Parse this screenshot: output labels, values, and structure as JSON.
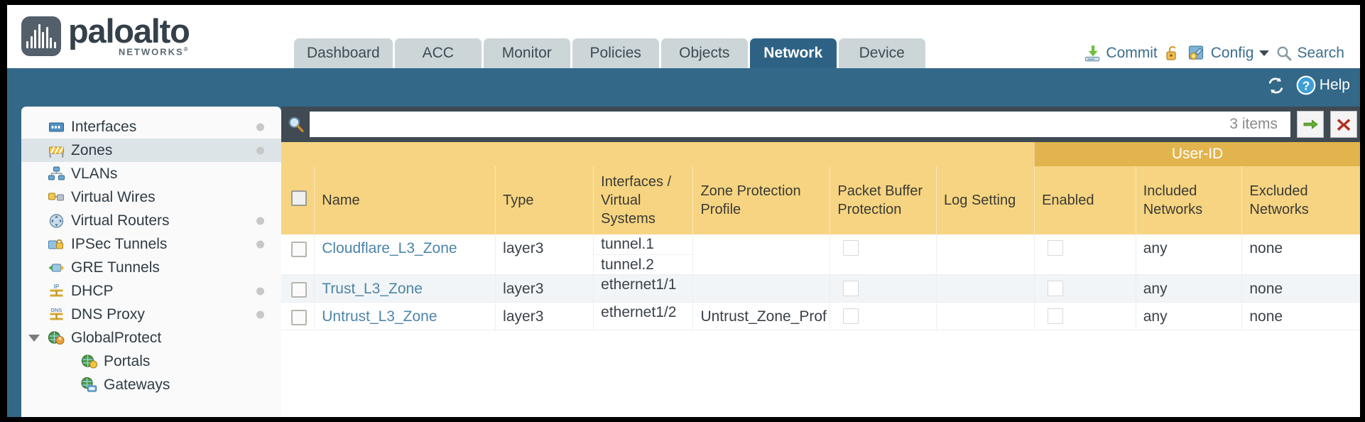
{
  "brand": {
    "name": "paloalto",
    "tagline": "NETWORKS",
    "registered": "®"
  },
  "nav": {
    "tabs": [
      {
        "label": "Dashboard",
        "active": false
      },
      {
        "label": "ACC",
        "active": false
      },
      {
        "label": "Monitor",
        "active": false
      },
      {
        "label": "Policies",
        "active": false
      },
      {
        "label": "Objects",
        "active": false
      },
      {
        "label": "Network",
        "active": true
      },
      {
        "label": "Device",
        "active": false
      }
    ]
  },
  "header_actions": {
    "commit": "Commit",
    "lock_icon": "lock-icon",
    "config": "Config",
    "search": "Search"
  },
  "band": {
    "refresh_icon": "refresh-icon",
    "help": "Help"
  },
  "sidebar": {
    "items": [
      {
        "label": "Interfaces",
        "icon": "interfaces-icon",
        "selected": false,
        "dot": true,
        "child": false,
        "arrow": false
      },
      {
        "label": "Zones",
        "icon": "zones-icon",
        "selected": true,
        "dot": true,
        "child": false,
        "arrow": false
      },
      {
        "label": "VLANs",
        "icon": "vlans-icon",
        "selected": false,
        "dot": false,
        "child": false,
        "arrow": false
      },
      {
        "label": "Virtual Wires",
        "icon": "virtual-wires-icon",
        "selected": false,
        "dot": false,
        "child": false,
        "arrow": false
      },
      {
        "label": "Virtual Routers",
        "icon": "virtual-routers-icon",
        "selected": false,
        "dot": true,
        "child": false,
        "arrow": false
      },
      {
        "label": "IPSec Tunnels",
        "icon": "ipsec-tunnels-icon",
        "selected": false,
        "dot": true,
        "child": false,
        "arrow": false
      },
      {
        "label": "GRE Tunnels",
        "icon": "gre-tunnels-icon",
        "selected": false,
        "dot": false,
        "child": false,
        "arrow": false
      },
      {
        "label": "DHCP",
        "icon": "dhcp-icon",
        "selected": false,
        "dot": true,
        "child": false,
        "arrow": false
      },
      {
        "label": "DNS Proxy",
        "icon": "dns-proxy-icon",
        "selected": false,
        "dot": true,
        "child": false,
        "arrow": false
      },
      {
        "label": "GlobalProtect",
        "icon": "globalprotect-icon",
        "selected": false,
        "dot": false,
        "child": false,
        "arrow": true
      },
      {
        "label": "Portals",
        "icon": "portals-icon",
        "selected": false,
        "dot": false,
        "child": true,
        "arrow": false
      },
      {
        "label": "Gateways",
        "icon": "gateways-icon",
        "selected": false,
        "dot": false,
        "child": true,
        "arrow": false
      }
    ]
  },
  "search": {
    "value": "",
    "placeholder": "",
    "count": "3 items",
    "search_icon": "search-icon",
    "apply_icon": "apply-filter-arrow-icon",
    "clear_icon": "clear-filter-x-icon"
  },
  "table": {
    "group_header": {
      "label": "User-ID",
      "span": 3
    },
    "columns": [
      "Name",
      "Type",
      "Interfaces / Virtual Systems",
      "Zone Protection Profile",
      "Packet Buffer Protection",
      "Log Setting",
      "Enabled",
      "Included Networks",
      "Excluded Networks"
    ],
    "rows": [
      {
        "name": "Cloudflare_L3_Zone",
        "type": "layer3",
        "interfaces": [
          "tunnel.1",
          "tunnel.2"
        ],
        "zone_protection_profile": "",
        "packet_buffer_protection": false,
        "log_setting": "",
        "userid_enabled": false,
        "included_networks": "any",
        "excluded_networks": "none"
      },
      {
        "name": "Trust_L3_Zone",
        "type": "layer3",
        "interfaces": [
          "ethernet1/1"
        ],
        "zone_protection_profile": "",
        "packet_buffer_protection": false,
        "log_setting": "",
        "userid_enabled": false,
        "included_networks": "any",
        "excluded_networks": "none"
      },
      {
        "name": "Untrust_L3_Zone",
        "type": "layer3",
        "interfaces": [
          "ethernet1/2"
        ],
        "zone_protection_profile": "Untrust_Zone_Prof",
        "packet_buffer_protection": false,
        "log_setting": "",
        "userid_enabled": false,
        "included_networks": "any",
        "excluded_networks": "none"
      }
    ]
  },
  "colors": {
    "brand_dark": "#34404a",
    "tab_active": "#2e6285",
    "band_blue": "#336888",
    "header_gold": "#f6d481",
    "group_gold": "#e2b44d",
    "link_blue": "#4b85a8"
  }
}
